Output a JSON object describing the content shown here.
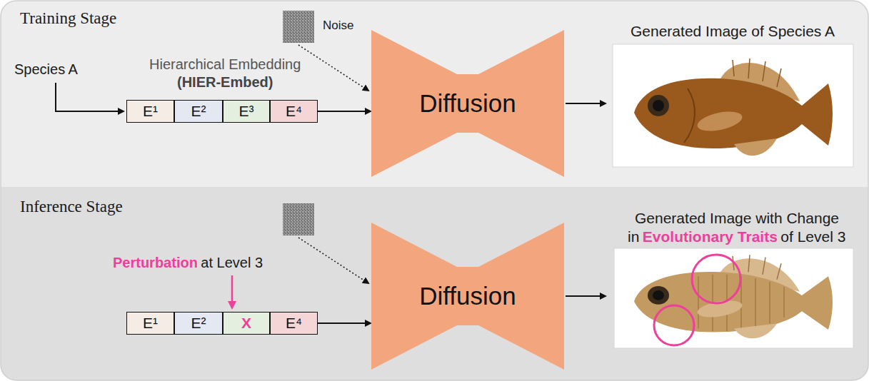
{
  "diagram": {
    "nodes": [
      {
        "text": [
          "E¹"
        ]
      },
      {
        "text": [
          "E²"
        ]
      },
      {
        "text": [
          "E³"
        ]
      },
      {
        "text": [
          "E⁴"
        ]
      },
      {
        "text": [
          "Diffusion"
        ]
      },
      {
        "text": [
          "E¹"
        ]
      },
      {
        "text": [
          "E²"
        ]
      },
      {
        "text": [
          "X"
        ]
      },
      {
        "text": [
          "E⁴"
        ]
      },
      {
        "text": [
          "Diffusion"
        ]
      }
    ],
    "edges": [
      {
        "from": 3,
        "to": 4,
        "arrow": "to"
      },
      {
        "from": 8,
        "to": 9,
        "arrow": "to"
      }
    ],
    "labels": [
      "Training Stage",
      "Noise",
      "Species A",
      "Hierarchical Embedding",
      "(HIER-Embed)",
      "Generated Image of Species A",
      "Inference Stage",
      "Perturbation",
      "at Level 3",
      "Generated Image with Change",
      "in",
      "Evolutionary Traits",
      "of Level 3"
    ]
  }
}
